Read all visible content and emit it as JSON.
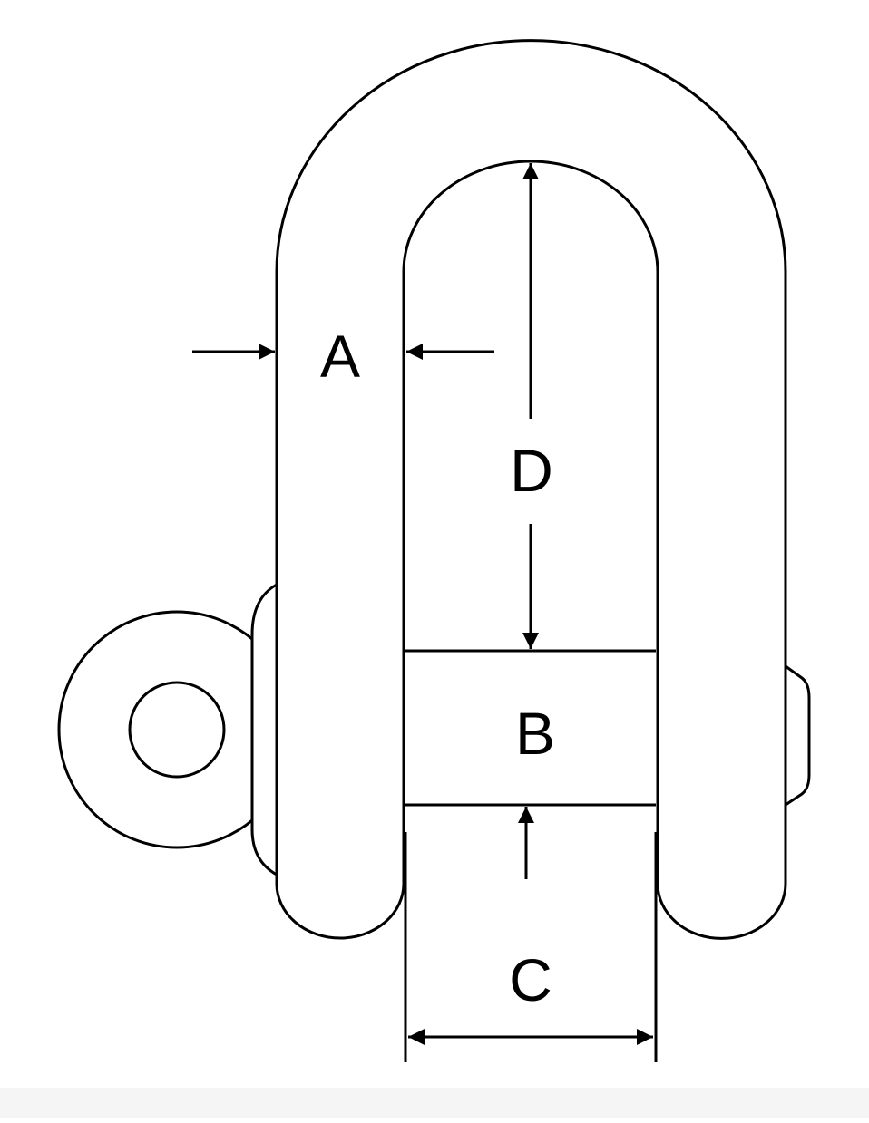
{
  "diagram": {
    "labels": {
      "a": "A",
      "b": "B",
      "c": "C",
      "d": "D"
    },
    "colors": {
      "stroke": "#000000",
      "background": "#ffffff",
      "band": "#f5f5f5"
    }
  }
}
